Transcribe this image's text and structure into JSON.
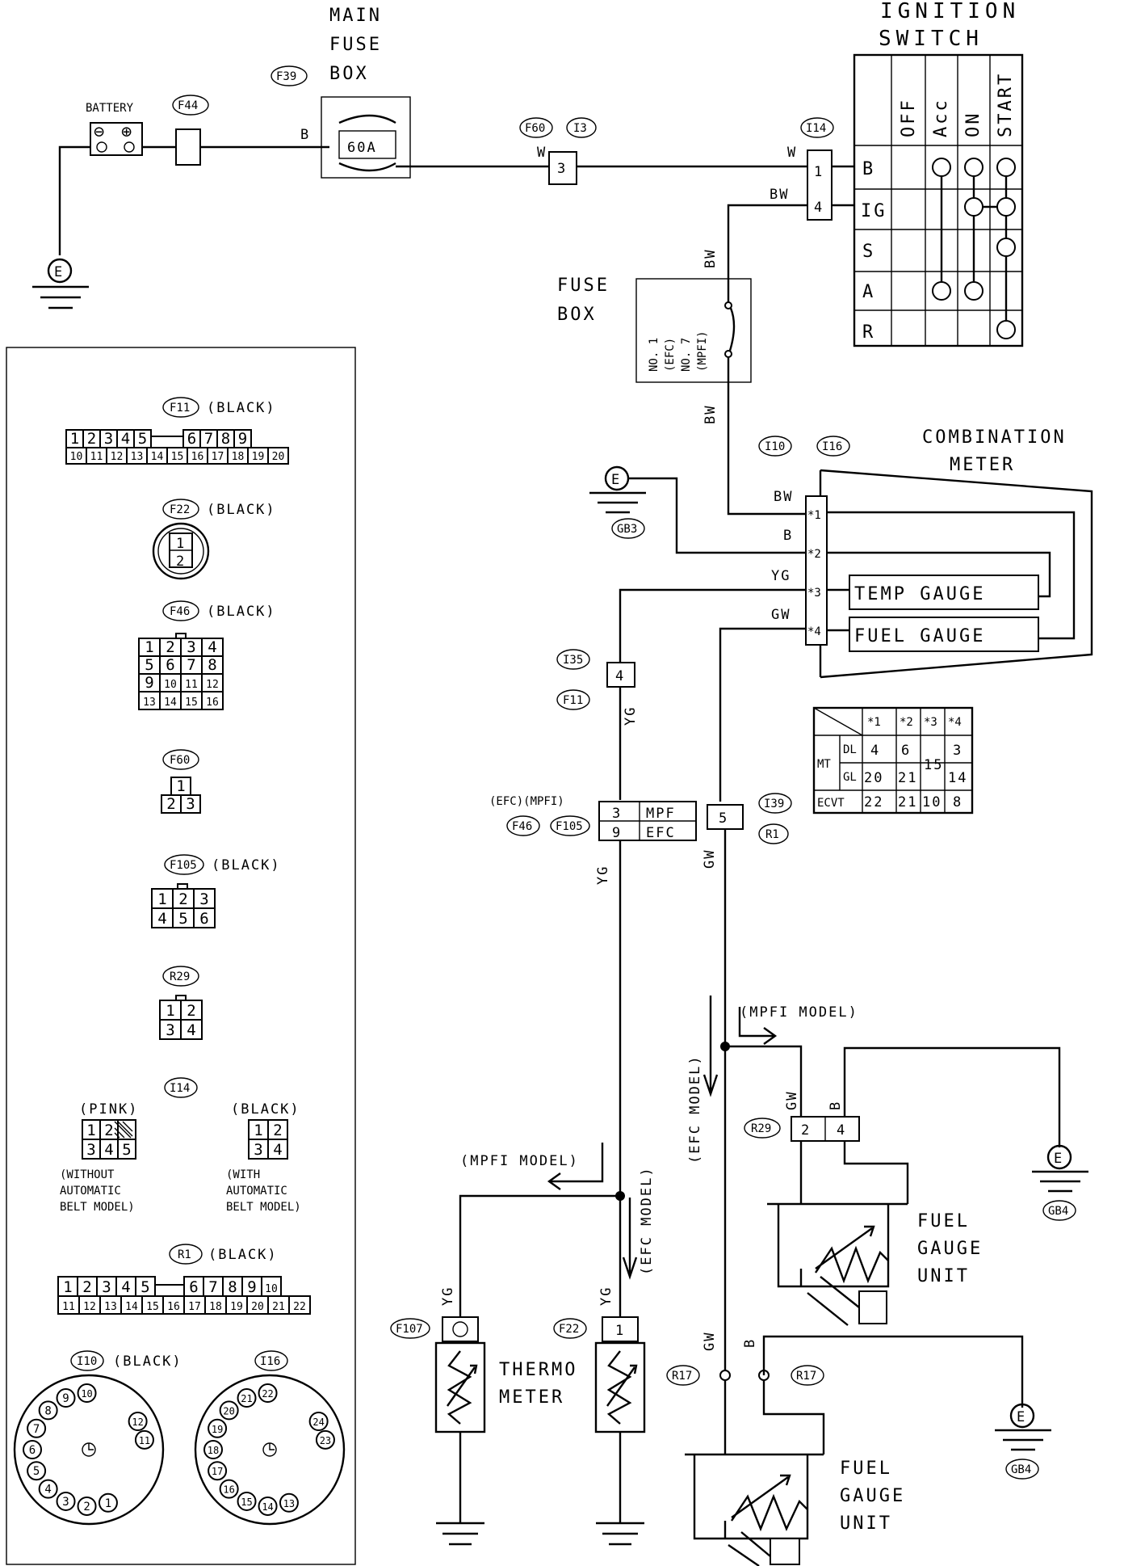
{
  "labels": {
    "battery": "BATTERY",
    "main_fuse_box": [
      "MAIN",
      "FUSE",
      "BOX"
    ],
    "fuse_60a": "60A",
    "ignition_switch": [
      "IGNITION",
      "SWITCH"
    ],
    "fuse_box": [
      "FUSE",
      "BOX"
    ],
    "fuse_no": [
      "NO. 1",
      "(EFC)",
      "NO. 7",
      "(MPFI)"
    ],
    "combination_meter": [
      "COMBINATION",
      "METER"
    ],
    "temp_gauge": "TEMP  GAUGE",
    "fuel_gauge": "FUEL  GAUGE",
    "thermo_meter": [
      "THERMO",
      "METER"
    ],
    "fuel_gauge_unit": [
      "FUEL",
      "GAUGE",
      "UNIT"
    ],
    "mpfi_model": "(MPFI  MODEL)",
    "efc_model": "(EFC  MODEL)",
    "mpf": "MPF",
    "efc": "EFC",
    "efc_mpfi": "(EFC)(MPFI)",
    "ground": "E"
  },
  "connectors": {
    "F39": "F39",
    "F44": "F44",
    "F60": "F60",
    "I3": "I3",
    "I14": "I14",
    "I10": "I10",
    "I16": "I16",
    "GB3": "GB3",
    "I35": "I35",
    "F11": "F11",
    "F46": "F46",
    "F105": "F105",
    "I39": "I39",
    "R1": "R1",
    "R29": "R29",
    "GB4": "GB4",
    "F107": "F107",
    "F22": "F22",
    "R17": "R17",
    "R29b": "R29"
  },
  "wires": {
    "B": "B",
    "W": "W",
    "BW": "BW",
    "YG": "YG",
    "GW": "GW"
  },
  "ign_switch": {
    "cols": [
      "OFF",
      "Acc",
      "ON",
      "START"
    ],
    "rows": [
      "B",
      "IG",
      "S",
      "A",
      "R"
    ]
  },
  "pins": {
    "i14_1": "1",
    "i14_4": "4",
    "i3": "3",
    "m1": "*1",
    "m2": "*2",
    "m3": "*3",
    "m4": "*4",
    "i35": "4",
    "f46": "9",
    "f105": "3",
    "i39": "5",
    "r29_a": "2",
    "r29_b": "4",
    "f22": "1"
  },
  "table": {
    "head": [
      "*1",
      "*2",
      "*3",
      "*4"
    ],
    "mt": "MT",
    "dl": "DL",
    "gl": "GL",
    "ecvt": "ECVT",
    "dl_vals": [
      "4",
      "6",
      "15",
      "3"
    ],
    "gl_vals": [
      "20",
      "21",
      "14"
    ],
    "ecvt_vals": [
      "22",
      "21",
      "10",
      "8"
    ]
  },
  "legend": {
    "f11": "(BLACK)",
    "f22": "(BLACK)",
    "f46": "(BLACK)",
    "f105": "(BLACK)",
    "i14_pink": "(PINK)",
    "i14_black": "(BLACK)",
    "i14_without": [
      "(WITHOUT",
      "AUTOMATIC",
      "BELT MODEL)"
    ],
    "i14_with": [
      "(WITH",
      "AUTOMATIC",
      "BELT MODEL)"
    ],
    "r1": "(BLACK)",
    "i10": "(BLACK)",
    "f11_top": [
      "1",
      "2",
      "3",
      "4",
      "5",
      "6",
      "7",
      "8",
      "9"
    ],
    "f11_bot": [
      "10",
      "11",
      "12",
      "13",
      "14",
      "15",
      "16",
      "17",
      "18",
      "19",
      "20"
    ],
    "f22_pins": [
      "1",
      "2"
    ],
    "f46_rows": [
      [
        "1",
        "2",
        "3",
        "4"
      ],
      [
        "5",
        "6",
        "7",
        "8"
      ],
      [
        "9",
        "10",
        "11",
        "12"
      ],
      [
        "13",
        "14",
        "15",
        "16"
      ]
    ],
    "f60_pins": [
      "1",
      "2",
      "3"
    ],
    "f105_rows": [
      [
        "1",
        "2",
        "3"
      ],
      [
        "4",
        "5",
        "6"
      ]
    ],
    "r29_rows": [
      [
        "1",
        "2"
      ],
      [
        "3",
        "4"
      ]
    ],
    "i14p_rows": [
      [
        "1",
        "2",
        ""
      ],
      [
        "3",
        "4",
        "5"
      ]
    ],
    "i14b_rows": [
      [
        "1",
        "2"
      ],
      [
        "3",
        "4"
      ]
    ],
    "r1_top": [
      "1",
      "2",
      "3",
      "4",
      "5",
      "6",
      "7",
      "8",
      "9",
      "10"
    ],
    "r1_bot": [
      "11",
      "12",
      "13",
      "14",
      "15",
      "16",
      "17",
      "18",
      "19",
      "20",
      "21",
      "22"
    ],
    "i10_pins": [
      "1",
      "2",
      "3",
      "4",
      "5",
      "6",
      "7",
      "8",
      "9",
      "10",
      "11",
      "12"
    ],
    "i16_pins": [
      "13",
      "14",
      "15",
      "16",
      "17",
      "18",
      "19",
      "20",
      "21",
      "22",
      "23",
      "24"
    ]
  }
}
